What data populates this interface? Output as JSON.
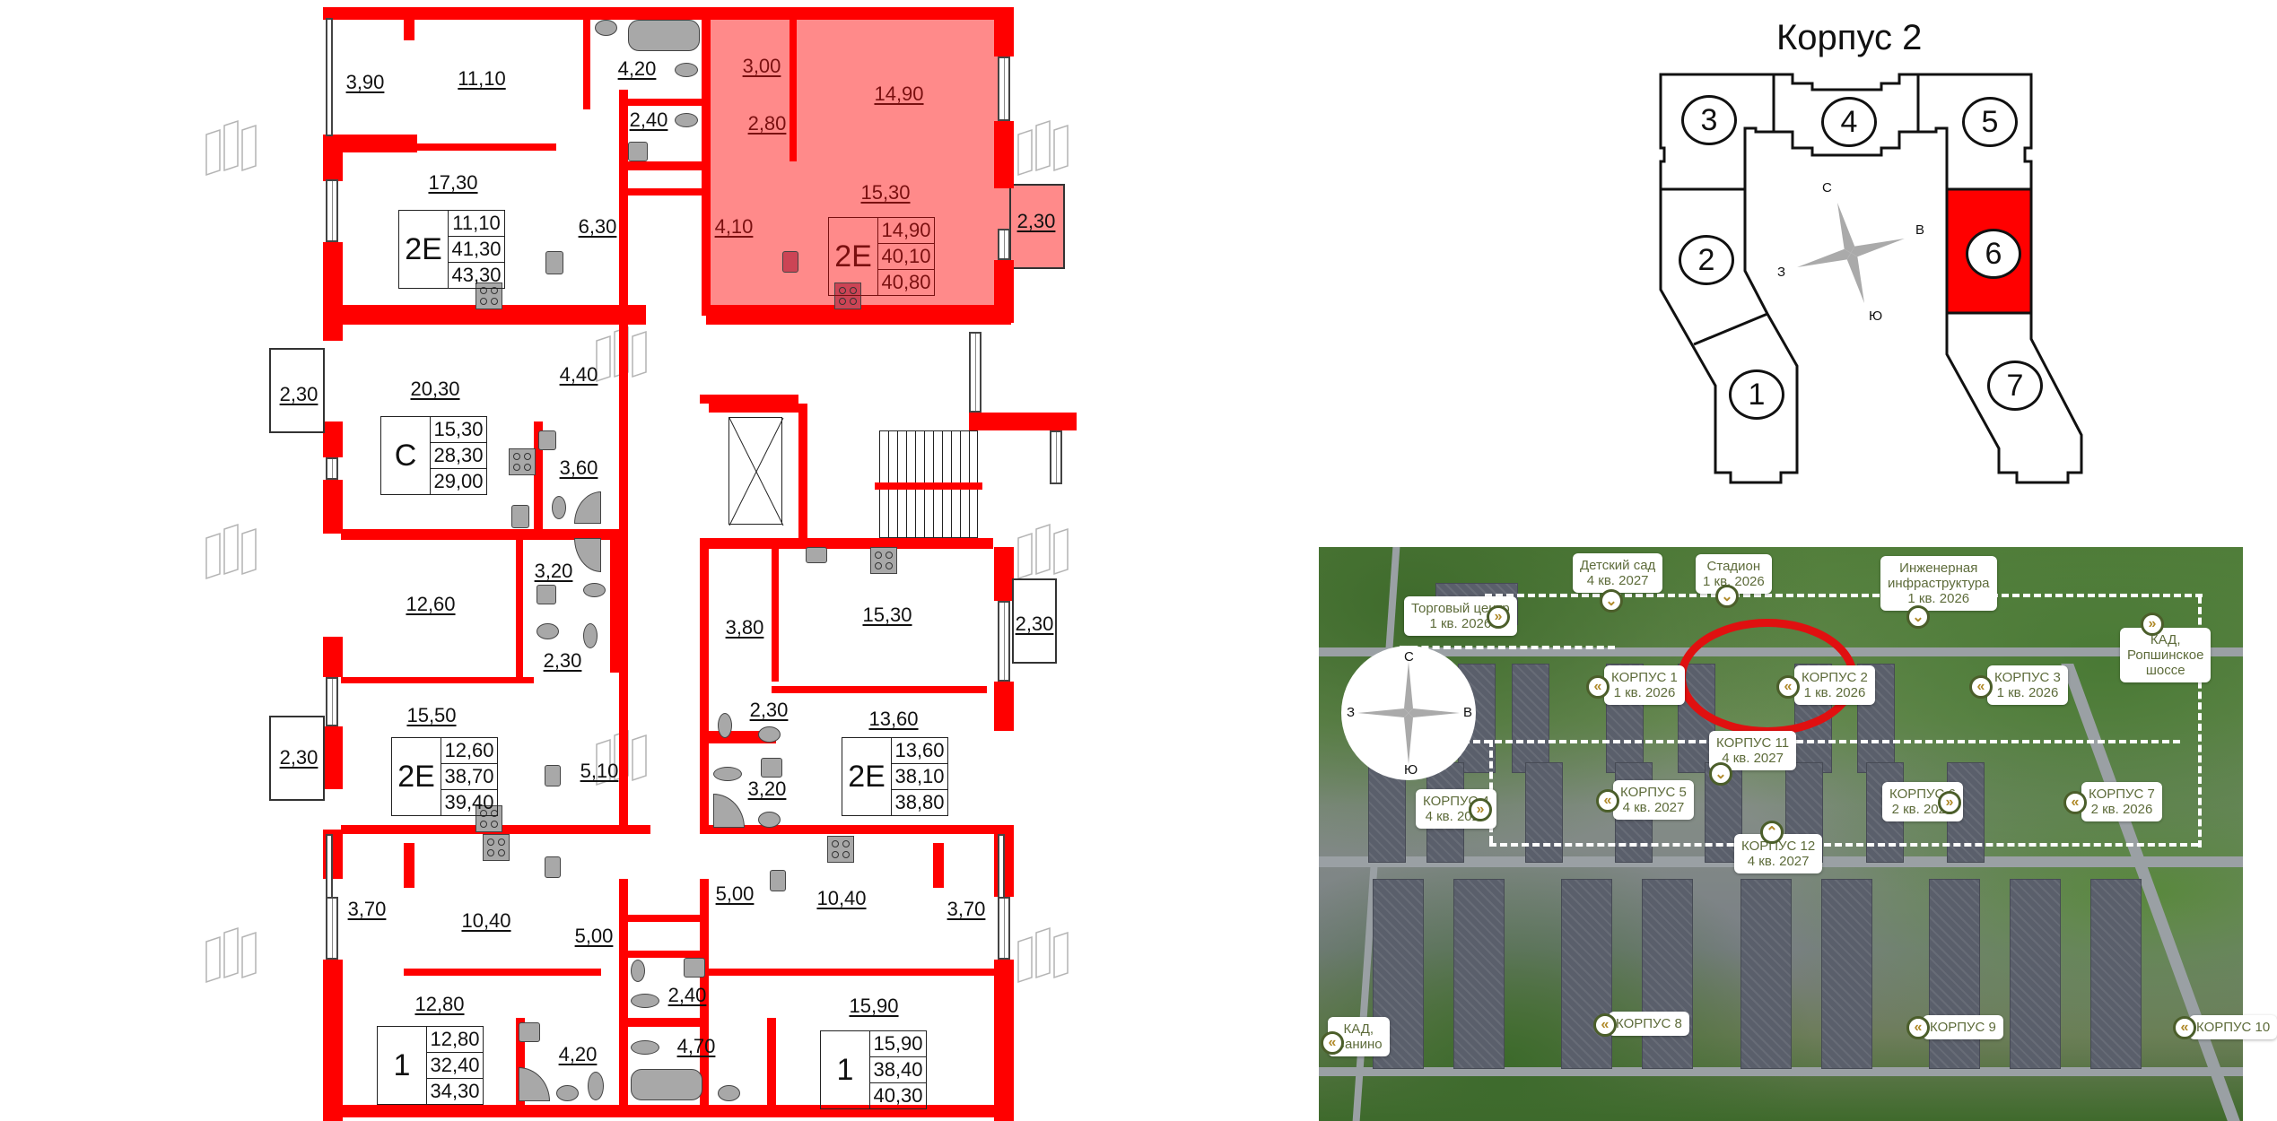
{
  "floor_plan": {
    "selected_apartment": {
      "type": "2E",
      "living_area": "14,90",
      "total_area": "40,10",
      "total_area_with_balcony": "40,80",
      "highlight_color": "#ff6a6a"
    },
    "apartments": [
      {
        "id": "apt-top-left",
        "type": "2E",
        "values": [
          "11,10",
          "41,30",
          "43,30"
        ]
      },
      {
        "id": "apt-top-right",
        "type": "2E",
        "values": [
          "14,90",
          "40,10",
          "40,80"
        ],
        "selected": true
      },
      {
        "id": "apt-mid-left",
        "type": "C",
        "values": [
          "15,30",
          "28,30",
          "29,00"
        ]
      },
      {
        "id": "apt-lower-left",
        "type": "2E",
        "values": [
          "12,60",
          "38,70",
          "39,40"
        ]
      },
      {
        "id": "apt-lower-right",
        "type": "2E",
        "values": [
          "13,60",
          "38,10",
          "38,80"
        ]
      },
      {
        "id": "apt-bottom-left",
        "type": "1",
        "values": [
          "12,80",
          "32,40",
          "34,30"
        ]
      },
      {
        "id": "apt-bottom-right",
        "type": "1",
        "values": [
          "15,90",
          "38,40",
          "40,30"
        ]
      }
    ],
    "rooms": {
      "r_3_90": "3,90",
      "r_11_10": "11,10",
      "r_4_20_top": "4,20",
      "r_3_00": "3,00",
      "r_14_90": "14,90",
      "r_2_40_top": "2,40",
      "r_2_80": "2,80",
      "r_17_30": "17,30",
      "r_6_30": "6,30",
      "r_4_10": "4,10",
      "r_15_30_top": "15,30",
      "r_2_30_balc_top": "2,30",
      "r_2_30_balc_left1": "2,30",
      "r_20_30": "20,30",
      "r_4_40": "4,40",
      "r_3_60": "3,60",
      "r_12_60": "12,60",
      "r_3_20_left": "3,20",
      "r_2_30_wc_left": "2,30",
      "r_3_80": "3,80",
      "r_15_30_right": "15,30",
      "r_2_30_balc_right": "2,30",
      "r_15_50": "15,50",
      "r_2_30_balc_left2": "2,30",
      "r_5_10": "5,10",
      "r_2_30_wc_right": "2,30",
      "r_13_60": "13,60",
      "r_3_20_right": "3,20",
      "r_3_70_left": "3,70",
      "r_10_40_left": "10,40",
      "r_5_00_left": "5,00",
      "r_5_00_right": "5,00",
      "r_10_40_right": "10,40",
      "r_3_70_right": "3,70",
      "r_12_80": "12,80",
      "r_2_40_bottom": "2,40",
      "r_4_20_bottom": "4,20",
      "r_4_70": "4,70",
      "r_15_90": "15,90"
    }
  },
  "building_diagram": {
    "title": "Корпус 2",
    "sections": [
      "1",
      "2",
      "3",
      "4",
      "5",
      "6",
      "7"
    ],
    "selected_section": "6",
    "selected_color": "#ff0000",
    "compass": {
      "n": "С",
      "e": "В",
      "s": "Ю",
      "w": "З"
    }
  },
  "aerial_map": {
    "compass": {
      "n": "С",
      "e": "В",
      "s": "Ю",
      "w": "З"
    },
    "highlight_ring_color": "#e01010",
    "labels": [
      {
        "id": "mall",
        "line1": "Торговый центр",
        "line2": "1 кв. 2026"
      },
      {
        "id": "kindergarten",
        "line1": "Детский сад",
        "line2": "4 кв. 2027"
      },
      {
        "id": "stadium",
        "line1": "Стадион",
        "line2": "1 кв. 2026"
      },
      {
        "id": "infrastructure",
        "line1": "Инженерная",
        "line2": "инфраструктура",
        "line3": "1 кв. 2026"
      },
      {
        "id": "kad-ropsha",
        "line1": "КАД,",
        "line2": "Ропшинское",
        "line3": "шоссе"
      },
      {
        "id": "k1",
        "line1": "КОРПУС 1",
        "line2": "1 кв. 2026"
      },
      {
        "id": "k2",
        "line1": "КОРПУС 2",
        "line2": "1 кв. 2026"
      },
      {
        "id": "k3",
        "line1": "КОРПУС 3",
        "line2": "1 кв. 2026"
      },
      {
        "id": "k11",
        "line1": "КОРПУС 11",
        "line2": "4 кв. 2027"
      },
      {
        "id": "k4",
        "line1": "КОРПУС 4",
        "line2": "4 кв. 2027"
      },
      {
        "id": "k5",
        "line1": "КОРПУС 5",
        "line2": "4 кв. 2027"
      },
      {
        "id": "k12",
        "line1": "КОРПУС 12",
        "line2": "4 кв. 2027"
      },
      {
        "id": "k6",
        "line1": "КОРПУС 6",
        "line2": "2 кв. 2026"
      },
      {
        "id": "k7",
        "line1": "КОРПУС 7",
        "line2": "2 кв. 2026"
      },
      {
        "id": "kad-sanino",
        "line1": "КАД,",
        "line2": "Санино"
      },
      {
        "id": "k8",
        "line1": "КОРПУС 8"
      },
      {
        "id": "k9",
        "line1": "КОРПУС 9"
      },
      {
        "id": "k10",
        "line1": "КОРПУС 10"
      }
    ],
    "chevrons": {
      "right": "»",
      "left": "«",
      "down": "⌄",
      "up": "⌃"
    }
  }
}
